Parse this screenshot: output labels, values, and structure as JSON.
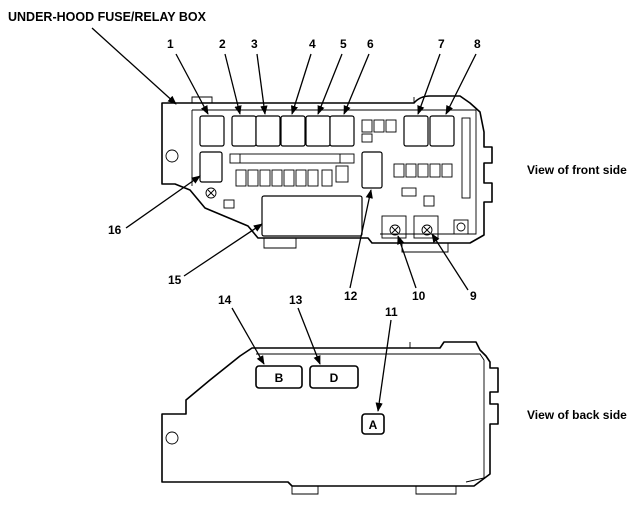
{
  "title": "UNDER-HOOD FUSE/RELAY BOX",
  "views": {
    "front": "View of front side",
    "back": "View of back side"
  },
  "callouts": {
    "c1": "1",
    "c2": "2",
    "c3": "3",
    "c4": "4",
    "c5": "5",
    "c6": "6",
    "c7": "7",
    "c8": "8",
    "c9": "9",
    "c10": "10",
    "c11": "11",
    "c12": "12",
    "c13": "13",
    "c14": "14",
    "c15": "15",
    "c16": "16"
  },
  "back_boxes": {
    "B": "B",
    "D": "D",
    "A": "A"
  }
}
